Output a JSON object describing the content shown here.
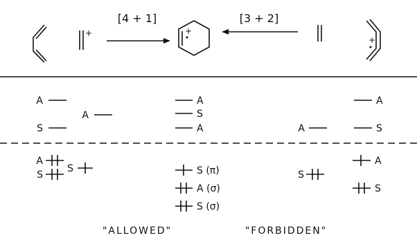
{
  "reactions": {
    "left": "[4 + 1]",
    "right": "[3 + 2]",
    "plus": "+"
  },
  "levels": {
    "col1": [
      {
        "label": "A",
        "electrons": 0
      },
      {
        "label": "S",
        "electrons": 0
      },
      {
        "label": "A",
        "electrons": 2
      },
      {
        "label": "S",
        "electrons": 2
      }
    ],
    "col2": [
      {
        "label": "A",
        "electrons": 0
      },
      {
        "label": "S",
        "electrons": 1
      }
    ],
    "col3": [
      {
        "label": "A",
        "electrons": 0
      },
      {
        "label": "S",
        "electrons": 0
      },
      {
        "label": "A",
        "electrons": 0
      },
      {
        "label": "S (π)",
        "electrons": 1
      },
      {
        "label": "A (σ)",
        "electrons": 2
      },
      {
        "label": "S (σ)",
        "electrons": 2
      }
    ],
    "col4": [
      {
        "label": "A",
        "electrons": 0
      },
      {
        "label": "S",
        "electrons": 2
      }
    ],
    "col5": [
      {
        "label": "A",
        "electrons": 0
      },
      {
        "label": "S",
        "electrons": 0
      },
      {
        "label": "A",
        "electrons": 1
      },
      {
        "label": "S",
        "electrons": 2
      }
    ]
  },
  "captions": {
    "allowed": "\"ALLOWED\"",
    "forbidden": "\"FORBIDDEN\""
  }
}
